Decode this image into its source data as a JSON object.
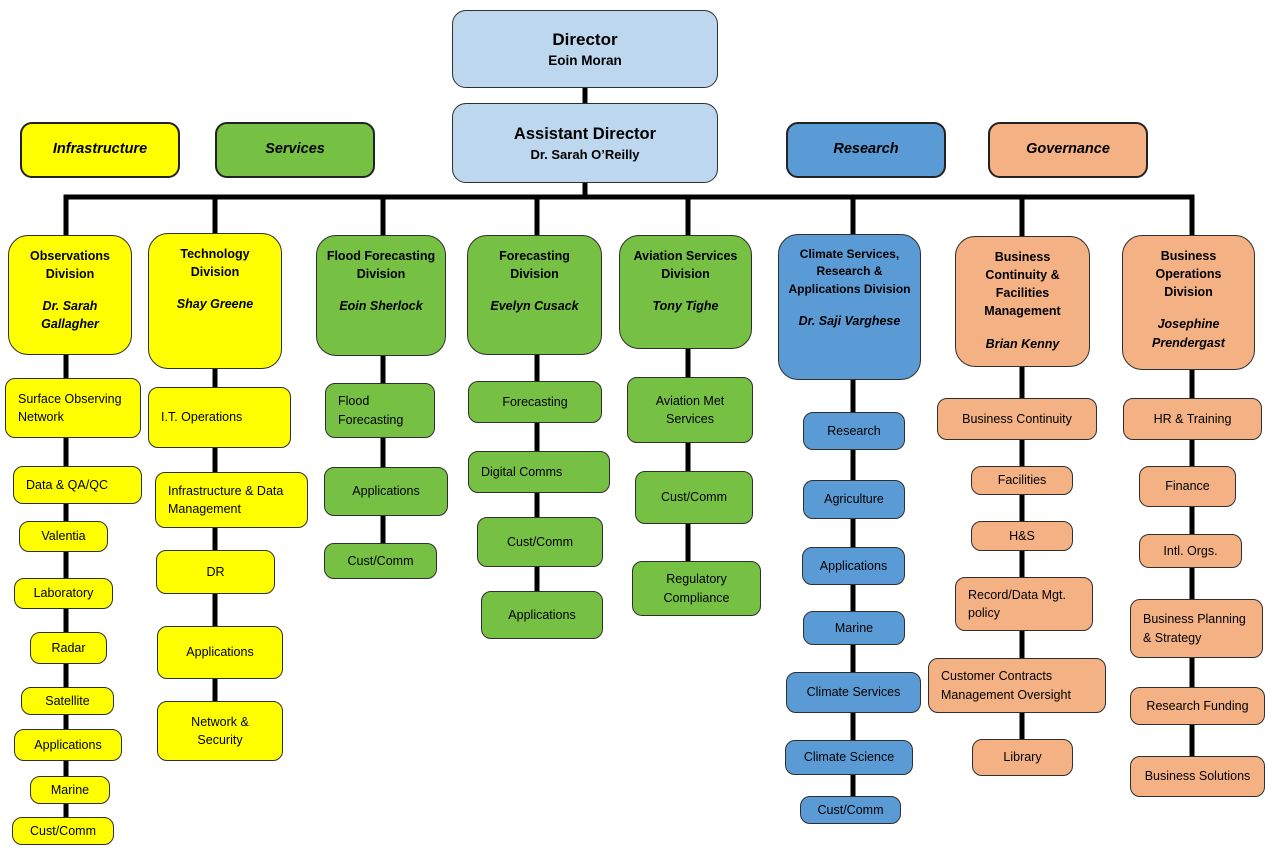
{
  "header": {
    "director": {
      "role": "Director",
      "name": "Eoin Moran"
    },
    "assistant_director": {
      "role": "Assistant Director",
      "name": "Dr. Sarah O’Reilly"
    }
  },
  "legend": {
    "infrastructure": "Infrastructure",
    "services": "Services",
    "research": "Research",
    "governance": "Governance"
  },
  "colors": {
    "infrastructure": "#FFFF00",
    "services": "#76C043",
    "research": "#5B9BD5",
    "governance": "#F4B183",
    "leadership": "#BDD7EE",
    "connector": "#000000"
  },
  "columns": [
    {
      "category": "Infrastructure",
      "division": {
        "title": "Observations Division",
        "person": "Dr. Sarah Gallagher"
      },
      "units": [
        "Surface Observing Network",
        "Data & QA/QC",
        "Valentia",
        "Laboratory",
        "Radar",
        "Satellite",
        "Applications",
        "Marine",
        "Cust/Comm"
      ]
    },
    {
      "category": "Infrastructure",
      "division": {
        "title": "Technology Division",
        "person": "Shay Greene"
      },
      "units": [
        "I.T. Operations",
        "Infrastructure & Data Management",
        "DR",
        "Applications",
        "Network & Security"
      ]
    },
    {
      "category": "Services",
      "division": {
        "title": "Flood Forecasting Division",
        "person": "Eoin Sherlock"
      },
      "units": [
        "Flood Forecasting",
        "Applications",
        "Cust/Comm"
      ]
    },
    {
      "category": "Services",
      "division": {
        "title": "Forecasting Division",
        "person": "Evelyn Cusack"
      },
      "units": [
        "Forecasting",
        "Digital Comms",
        "Cust/Comm",
        "Applications"
      ]
    },
    {
      "category": "Services",
      "division": {
        "title": "Aviation Services Division",
        "person": "Tony Tighe"
      },
      "units": [
        "Aviation Met Services",
        "Cust/Comm",
        "Regulatory Compliance"
      ]
    },
    {
      "category": "Research",
      "division": {
        "title": "Climate Services, Research & Applications Division",
        "person": "Dr. Saji Varghese"
      },
      "units": [
        "Research",
        "Agriculture",
        "Applications",
        "Marine",
        "Climate Services",
        "Climate Science",
        "Cust/Comm"
      ]
    },
    {
      "category": "Governance",
      "division": {
        "title": "Business Continuity & Facilities Management",
        "person": "Brian Kenny"
      },
      "units": [
        "Business Continuity",
        "Facilities",
        "H&S",
        "Record/Data Mgt. policy",
        "Customer Contracts Management Oversight",
        "Library"
      ]
    },
    {
      "category": "Governance",
      "division": {
        "title": "Business Operations Division",
        "person": "Josephine Prendergast"
      },
      "units": [
        "HR & Training",
        "Finance",
        "Intl. Orgs.",
        "Business Planning & Strategy",
        "Research Funding",
        "Business Solutions"
      ]
    }
  ]
}
